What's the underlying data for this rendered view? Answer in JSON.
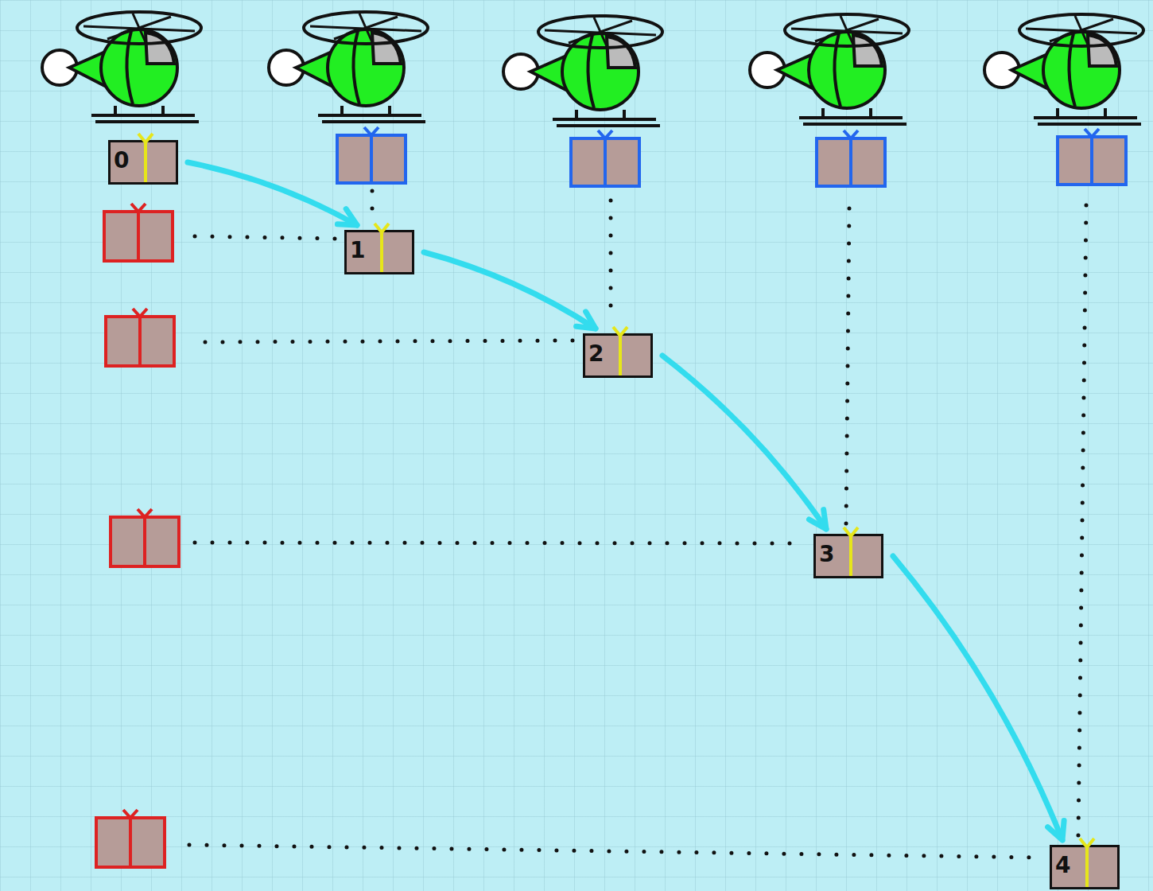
{
  "diagram": {
    "nodes": [
      {
        "text": [
          "0"
        ]
      },
      {
        "text": [
          "1"
        ]
      },
      {
        "text": [
          "2"
        ]
      },
      {
        "text": [
          "3"
        ]
      },
      {
        "text": [
          "4"
        ]
      }
    ],
    "edges": [
      {
        "from": 0,
        "to": 1,
        "arrow": "to"
      },
      {
        "from": 1,
        "to": 2,
        "arrow": "to"
      },
      {
        "from": 2,
        "to": 3,
        "arrow": "to"
      },
      {
        "from": 3,
        "to": 4,
        "arrow": "to"
      }
    ]
  }
}
